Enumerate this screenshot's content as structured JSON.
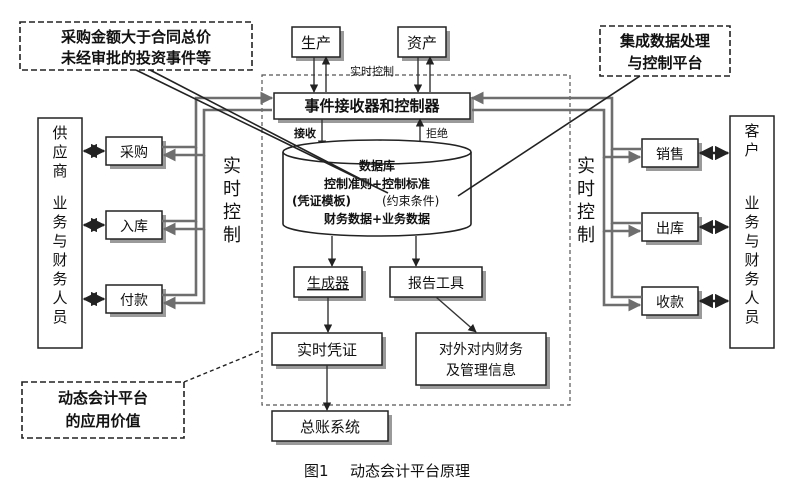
{
  "top": {
    "production": "生产",
    "assets": "资产",
    "realtime_h": "实时控制"
  },
  "core": {
    "receiver": "事件接收器和控制器",
    "receive": "接收",
    "reject": "拒绝",
    "db_title": "数据库",
    "db_line1": "控制准则+控制标准",
    "db_line2a": "(凭证模板)",
    "db_line2b": "(约束条件)",
    "db_line3": "财务数据+业务数据",
    "generator": "生成器",
    "report_tool": "报告工具",
    "voucher": "实时凭证",
    "info": [
      "对外对内财务",
      "及管理信息"
    ],
    "ledger": "总账系统"
  },
  "left": {
    "supplier": [
      "供",
      "应",
      "商"
    ],
    "staff": [
      "业",
      "务",
      "与",
      "财",
      "务",
      "人",
      "员"
    ],
    "purchase": "采购",
    "stock_in": "入库",
    "payment": "付款",
    "realtime_v": [
      "实",
      "时",
      "控",
      "制"
    ]
  },
  "right": {
    "customer": [
      "客",
      "户"
    ],
    "staff": [
      "业",
      "务",
      "与",
      "财",
      "务",
      "人",
      "员"
    ],
    "sales": "销售",
    "stock_out": "出库",
    "receipt": "收款",
    "realtime_v": [
      "实",
      "时",
      "控",
      "制"
    ]
  },
  "callouts": {
    "left_top": [
      "采购金额大于合同总价",
      "未经审批的投资事件等"
    ],
    "right_top": [
      "集成数据处理",
      "与控制平台"
    ],
    "bottom_left": [
      "动态会计平台",
      "的应用价值"
    ]
  },
  "caption": {
    "label": "图1",
    "title": "动态会计平台原理"
  }
}
